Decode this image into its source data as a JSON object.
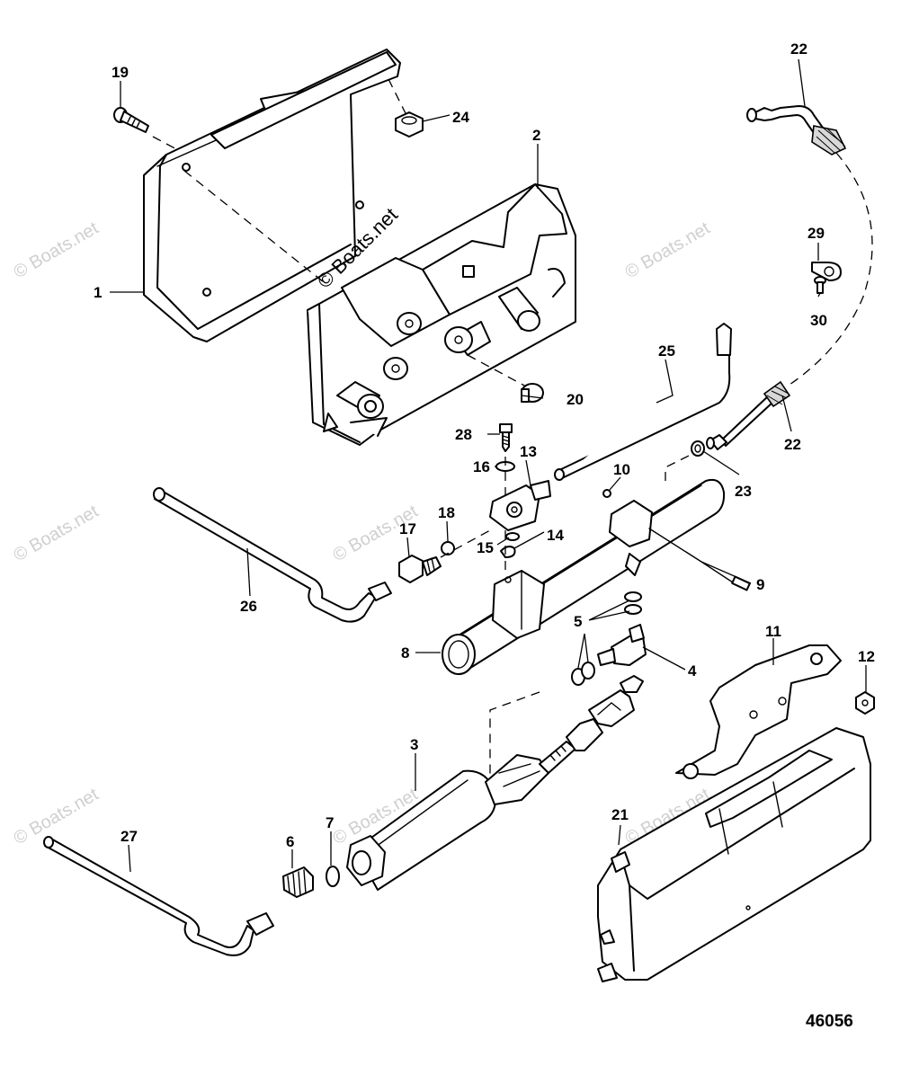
{
  "watermark": {
    "text": "© Boats.net",
    "color": "#cfcfcf"
  },
  "diagram_number": "46056",
  "callouts": {
    "c1": "1",
    "c2": "2",
    "c3": "3",
    "c4": "4",
    "c5": "5",
    "c6": "6",
    "c7": "7",
    "c8": "8",
    "c9": "9",
    "c10": "10",
    "c11": "11",
    "c12": "12",
    "c13": "13",
    "c14": "14",
    "c15": "15",
    "c16": "16",
    "c17": "17",
    "c18": "18",
    "c19": "19",
    "c20": "20",
    "c21": "21",
    "c22a": "22",
    "c22b": "22",
    "c23": "23",
    "c24": "24",
    "c25": "25",
    "c26": "26",
    "c27": "27",
    "c28": "28",
    "c29": "29",
    "c30": "30"
  }
}
